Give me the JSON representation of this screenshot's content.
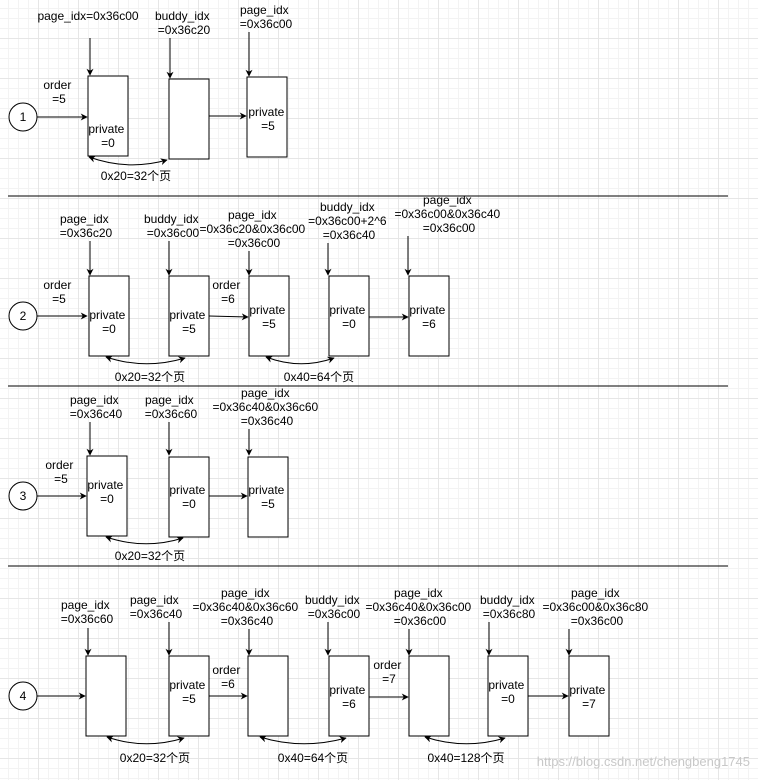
{
  "rows": [
    {
      "step": "1",
      "texts": [
        [
          "page_idx=0x36c00"
        ],
        [
          "buddy_idx",
          "=0x36c20"
        ],
        [
          "page_idx",
          "=0x36c00"
        ],
        [
          "order",
          "=5"
        ],
        [
          "private",
          "=0"
        ],
        [
          "private",
          "=5"
        ],
        [
          "0x20=32个页"
        ]
      ]
    },
    {
      "step": "2",
      "texts": [
        [
          "page_idx",
          "=0x36c20"
        ],
        [
          "buddy_idx",
          "=0x36c00"
        ],
        [
          "page_idx",
          "=0x36c20&0x36c00",
          "=0x36c00"
        ],
        [
          "buddy_idx",
          "=0x36c00+2^6",
          "=0x36c40"
        ],
        [
          "page_idx",
          "=0x36c00&0x36c40",
          "=0x36c00"
        ],
        [
          "order",
          "=5"
        ],
        [
          "order",
          "=6"
        ],
        [
          "private",
          "=0"
        ],
        [
          "private",
          "=5"
        ],
        [
          "private",
          "=5"
        ],
        [
          "private",
          "=0"
        ],
        [
          "private",
          "=6"
        ],
        [
          "0x20=32个页"
        ],
        [
          "0x40=64个页"
        ]
      ]
    },
    {
      "step": "3",
      "texts": [
        [
          "page_idx",
          "=0x36c40"
        ],
        [
          "page_idx",
          "=0x36c60"
        ],
        [
          "page_idx",
          "=0x36c40&0x36c60",
          "=0x36c40"
        ],
        [
          "order",
          "=5"
        ],
        [
          "private",
          "=0"
        ],
        [
          "private",
          "=0"
        ],
        [
          "private",
          "=5"
        ],
        [
          "0x20=32个页"
        ]
      ]
    },
    {
      "step": "4",
      "texts": [
        [
          "page_idx",
          "=0x36c60"
        ],
        [
          "page_idx",
          "=0x36c40"
        ],
        [
          "page_idx",
          "=0x36c40&0x36c60",
          "=0x36c40"
        ],
        [
          "buddy_idx",
          "=0x36c00"
        ],
        [
          "page_idx",
          "=0x36c40&0x36c00",
          "=0x36c00"
        ],
        [
          "buddy_idx",
          "=0x36c80"
        ],
        [
          "page_idx",
          "=0x36c00&0x36c80",
          "=0x36c00"
        ],
        [
          "order",
          "=6"
        ],
        [
          "order",
          "=7"
        ],
        [
          "private",
          "=5"
        ],
        [
          "private",
          "=6"
        ],
        [
          "private",
          "=0"
        ],
        [
          "private",
          "=7"
        ],
        [
          "0x20=32个页"
        ],
        [
          "0x40=64个页"
        ],
        [
          "0x40=128个页"
        ]
      ]
    }
  ],
  "watermark": "https://blog.csdn.net/chengbeng1745"
}
